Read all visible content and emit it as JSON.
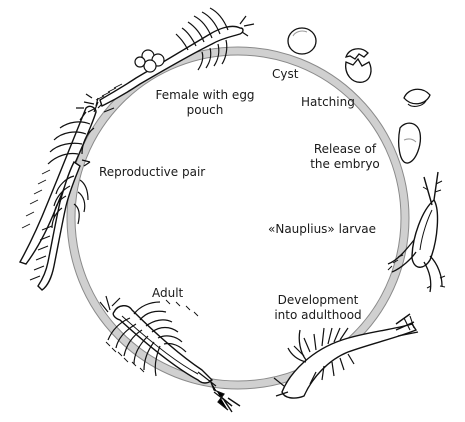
{
  "labels": {
    "cyst": "Cyst",
    "hatching": "Hatching",
    "release_line1": "Release of",
    "release_line2": "the embryo",
    "nauplius": "«Nauplius» larvae",
    "development_line1": "Development",
    "development_line2": "into adulthood",
    "adult": "Adult",
    "reproductive_pair": "Reproductive pair",
    "female_line1": "Female with egg",
    "female_line2": "pouch"
  },
  "colors": {
    "ring": "#c4c4c4",
    "ring_edge": "#8a8a8a",
    "ink": "#111111",
    "body_fill": "#ffffff",
    "shade": "#d8d8d8"
  },
  "icons": {
    "cycle": "circular-arrow-ring",
    "stages": [
      "female-brine-shrimp-icon",
      "cyst-icon",
      "hatching-cyst-icon",
      "emerging-embryo-icon",
      "nauplius-larva-icon",
      "juvenile-shrimp-icon",
      "adult-shrimp-icon",
      "reproductive-pair-icon"
    ]
  }
}
